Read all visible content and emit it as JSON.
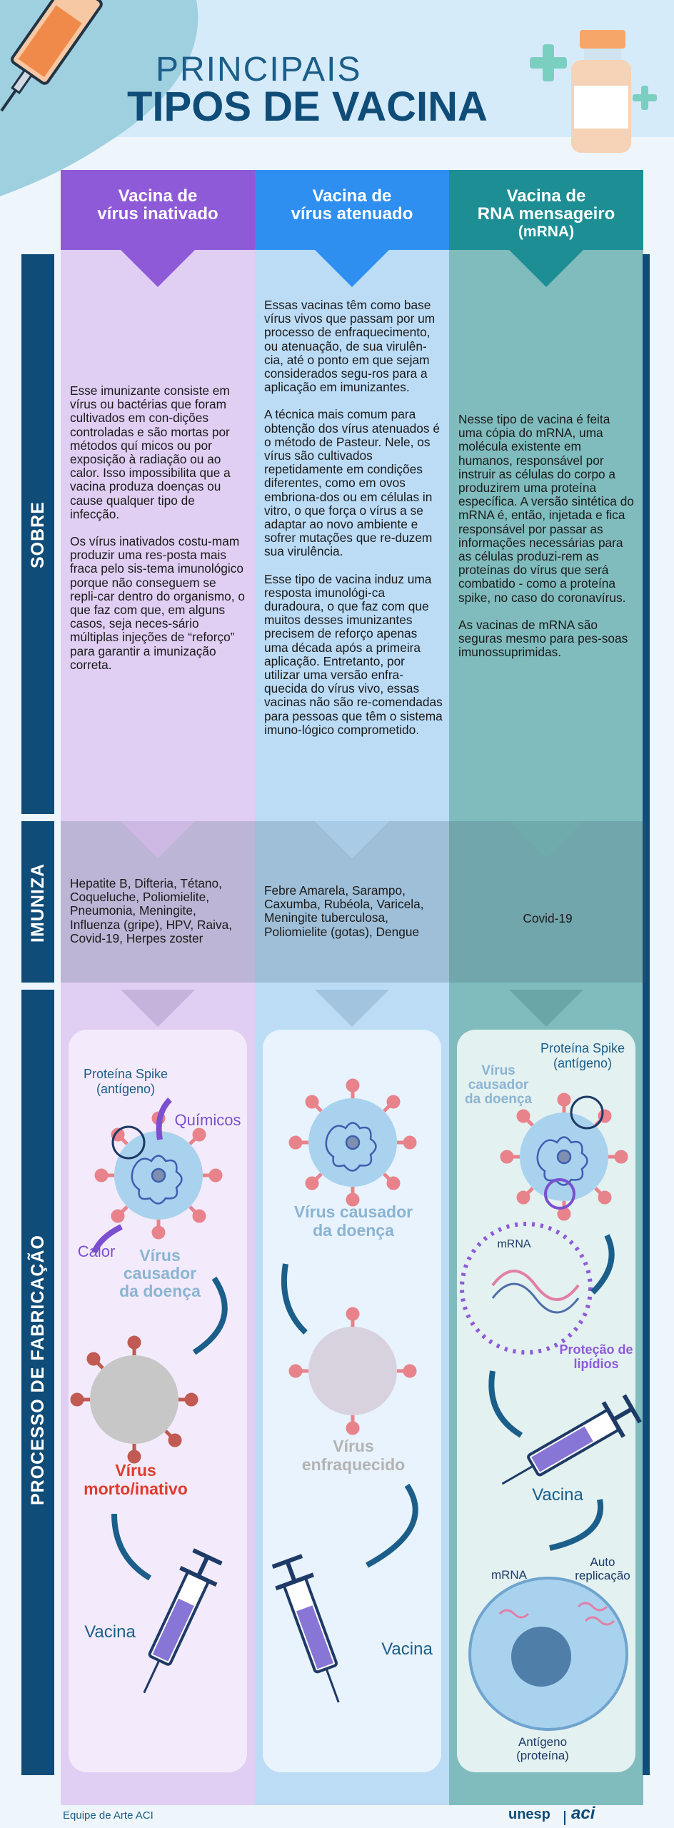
{
  "title": {
    "line1": "PRINCIPAIS",
    "line2": "TIPOS DE VACINA"
  },
  "colors": {
    "purple": "#8e5ad8",
    "blue": "#2f8ff0",
    "teal": "#1d8e94",
    "navy": "#0f4c78",
    "coral": "#e45b4c",
    "accent_purple": "#7b4fd0"
  },
  "columns": [
    {
      "header_line1": "Vacina de",
      "header_line2": "vírus inativado",
      "header_line3": "",
      "sobre": [
        "Esse imunizante consiste em vírus ou bactérias que foram cultivados em con-dições controladas e são mortas por métodos quí micos ou por exposição à radiação ou ao calor. Isso impossibilita que a vacina produza doenças ou cause qualquer tipo de infecção.",
        "Os vírus inativados costu-mam produzir uma res-posta mais fraca pelo sis-tema imunológico porque não conseguem se repli-car dentro do organismo, o que faz com que, em alguns casos, seja neces-sário múltiplas injeções de “reforço” para garantir a imunização correta."
      ],
      "imuniza": "Hepatite B, Difteria, Tétano, Coqueluche, Poliomielite, Pneumonia, Meningite, Influenza (gripe), HPV, Raiva, Covid-19, Herpes zoster",
      "process": {
        "spike_label": "Proteína Spike (antígeno)",
        "quimicos": "Químicos",
        "calor": "Calor",
        "virus_label": "Vírus causador da doença",
        "dead_label": "Vírus morto/inativo",
        "vacina": "Vacina"
      }
    },
    {
      "header_line1": "Vacina de",
      "header_line2": "vírus atenuado",
      "header_line3": "",
      "sobre": [
        "Essas vacinas têm como base vírus vivos que passam por um processo de enfraquecimento, ou atenuação, de sua virulên-cia, até o ponto em que sejam considerados segu-ros para a aplicação em imunizantes.",
        "A técnica mais comum para obtenção dos vírus atenuados é o método de Pasteur. Nele,  os vírus são cultivados repetidamente em condições diferentes, como em ovos embriona-dos ou em células in vitro, o que força o vírus a se adaptar ao novo ambiente e sofrer mutações que re-duzem sua virulência.",
        "Esse tipo de vacina induz uma resposta imunológi-ca duradoura, o que faz com que muitos desses imunizantes precisem de reforço apenas uma década após a primeira aplicação. Entretanto, por utilizar uma versão enfra-quecida do vírus vivo, essas vacinas não são re-comendadas para pessoas que têm o sistema imuno-lógico comprometido."
      ],
      "imuniza": "Febre Amarela, Sarampo, Caxumba, Rubéola, Varicela, Meningite tuberculosa, Poliomielite (gotas), Dengue",
      "process": {
        "virus_label": "Vírus causador da doença",
        "weak_label": "Vírus enfraquecido",
        "vacina": "Vacina"
      }
    },
    {
      "header_line1": "Vacina de",
      "header_line2": "RNA mensageiro",
      "header_line3": "(mRNA)",
      "sobre": [
        "Nesse tipo de vacina é feita uma cópia do mRNA, uma molécula existente em humanos, responsável por instruir as células do corpo a produzirem uma proteína específica. A versão sintética do mRNA é, então, injetada e fica responsável por passar as informações necessárias para as células produzi-rem as proteínas do vírus que será combatido - como a proteína spike, no caso do coronavírus.",
        "As vacinas de mRNA são seguras mesmo para pes-soas imunossuprimidas."
      ],
      "imuniza": "Covid-19",
      "process": {
        "virus_label": "Vírus causador da doença",
        "spike_label": "Proteína Spike (antígeno)",
        "mrna": "mRNA",
        "protecao": "Proteção de lipídios",
        "vacina": "Vacina",
        "mrna2": "mRNA",
        "auto": "Auto replicação",
        "antigeno": "Antígeno (proteína)"
      }
    }
  ],
  "side_labels": {
    "sobre": "SOBRE",
    "imuniza": "IMUNIZA",
    "processo": "PROCESSO DE FABRICAÇÃO"
  },
  "footer": {
    "credit": "Equipe de Arte ACI",
    "logo1": "unesp",
    "logo2": "aci"
  }
}
